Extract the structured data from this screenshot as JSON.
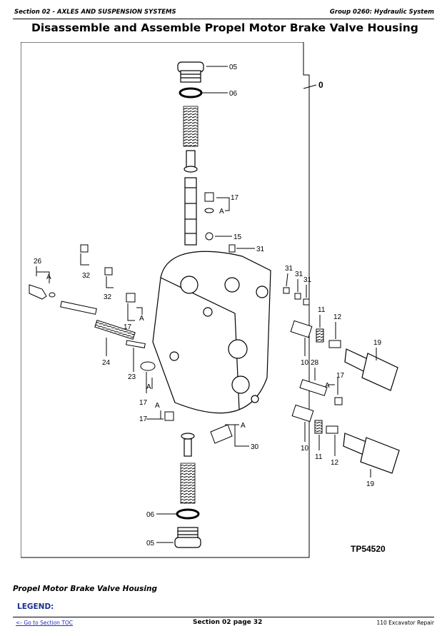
{
  "header": {
    "section": "Section 02 - AXLES AND SUSPENSION SYSTEMS",
    "group": "Group 0260: Hydraulic System"
  },
  "page_title": "Disassemble and Assemble Propel Motor Brake Valve Housing",
  "figure": {
    "drawing_id": "TP54520",
    "callouts": {
      "c05_top": "05",
      "c06_top": "06",
      "c0": "0",
      "c17_a": "17",
      "cA_a": "A",
      "c15": "15",
      "c31_a": "31",
      "c26": "26",
      "cA_26": "A",
      "c32_a": "32",
      "c32_b": "32",
      "c17_b": "17",
      "cA_b": "A",
      "c24": "24",
      "c23": "23",
      "cA_c": "A",
      "c17_c": "17",
      "c17_d": "17",
      "cA_d": "A",
      "c30": "30",
      "cA_e": "A",
      "c31_b": "31",
      "c31_c": "31",
      "c31_d": "31",
      "c11_a": "11",
      "c12_a": "12",
      "c19_a": "19",
      "c10_a": "10",
      "c28": "28",
      "c17_e": "17",
      "cA_f": "A",
      "c10_b": "10",
      "c11_b": "11",
      "c12_b": "12",
      "c19_b": "19",
      "c06_bot": "06",
      "c05_bot": "05"
    }
  },
  "caption": "Propel Motor Brake Valve Housing",
  "legend_label": "LEGEND:",
  "footer": {
    "toc_link": "<- Go to Section TOC",
    "page": "Section 02 page 32",
    "product": "110 Excavator Repair"
  }
}
